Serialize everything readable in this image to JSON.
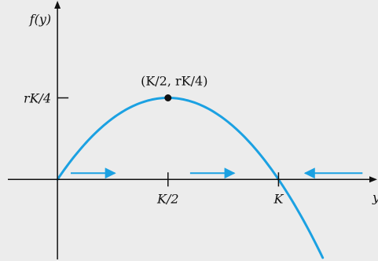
{
  "chart_data": {
    "type": "line",
    "title": "",
    "xlabel": "y",
    "ylabel": "f(y)",
    "x_ticks": [
      {
        "x": 0.5,
        "label": "K/2"
      },
      {
        "x": 1.0,
        "label": "K"
      }
    ],
    "y_ticks": [
      {
        "y": 0.25,
        "label": "rK/4"
      }
    ],
    "curve": {
      "name": "",
      "x": [
        0,
        0.1,
        0.2,
        0.3,
        0.4,
        0.5,
        0.6,
        0.7,
        0.8,
        0.9,
        1.0,
        1.1,
        1.2
      ],
      "y": [
        0,
        0.09,
        0.16,
        0.21,
        0.24,
        0.25,
        0.24,
        0.21,
        0.16,
        0.09,
        0,
        -0.11,
        -0.24
      ]
    },
    "max_point": {
      "x": 0.5,
      "y": 0.25,
      "label": "(K/2, rK/4)"
    },
    "flow_arrows": [
      {
        "from": 0.06,
        "to": 0.26
      },
      {
        "from": 0.6,
        "to": 0.8
      },
      {
        "from": 1.38,
        "to": 1.12
      }
    ],
    "xlim": [
      -0.26,
      1.45
    ],
    "ylim": [
      -0.25,
      0.55
    ],
    "colors": {
      "background": "#ececec",
      "curve": "#1ba1e2",
      "axis": "#111111",
      "point": "#111111"
    }
  }
}
